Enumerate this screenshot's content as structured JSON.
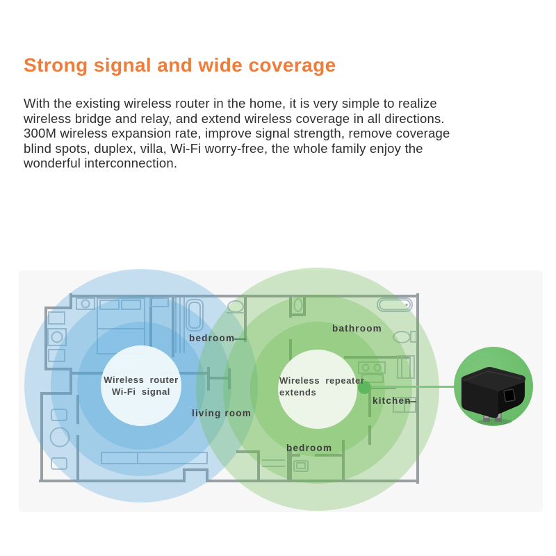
{
  "title": {
    "text": "Strong signal and wide coverage"
  },
  "description": {
    "text": "With the existing wireless router in the home, it is very simple to realize\nwireless bridge and relay, and extend wireless coverage in all directions.\n300M wireless expansion rate, improve signal strength, remove coverage\nblind spots, duplex, villa, Wi-Fi worry-free, the whole family enjoy the\nwonderful interconnection."
  },
  "diagram": {
    "router_coverage_label": "Wireless router\nWi-Fi signal",
    "repeater_coverage_label": "Wireless repeater\nextends",
    "room_labels": {
      "bedroom_left": "bedroom",
      "living_room": "living room",
      "bathroom": "bathroom",
      "kitchen": "kitchen",
      "bedroom_right": "bedroom"
    },
    "colors": {
      "heading_orange": "#ee7d3b",
      "panel_background": "#f7f7f8",
      "router_signal_blue": "#55a8dc",
      "repeater_signal_green": "#69b94b",
      "product_circle_green": "#6cbe6b",
      "connector_green": "#7cc87c",
      "wall_gray": "#98a0a4",
      "label_text": "#3d3d3d"
    }
  }
}
